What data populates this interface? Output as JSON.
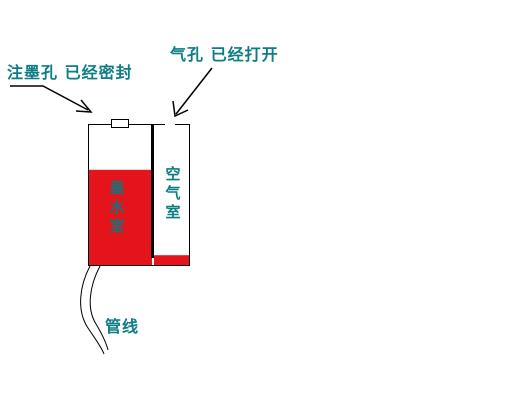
{
  "labels": {
    "fill_hole": "注墨孔  已经密封",
    "air_hole": "气孔  已经打开",
    "ink_chamber": "墨水室",
    "air_chamber": "空气室",
    "tube": "管线"
  },
  "colors": {
    "ink": "#e4141b",
    "label_text": "#0d7c84",
    "outline": "#000000"
  },
  "ink_level": {
    "ink_chamber_fill": 0.68,
    "air_chamber_fill": 0.07
  }
}
